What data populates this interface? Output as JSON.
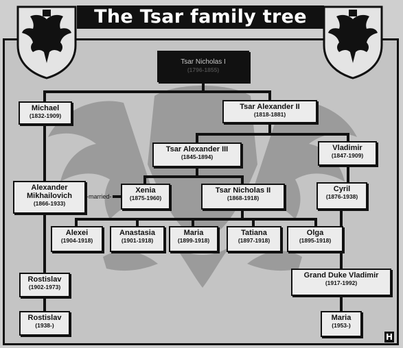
{
  "title": "The Tsar family tree",
  "root": {
    "name": "Tsar Nicholas I",
    "dates": "(1796-1855)"
  },
  "people": {
    "michael": {
      "name": "Michael",
      "dates": "(1832-1909)"
    },
    "alexander2": {
      "name": "Tsar Alexander II",
      "dates": "(1818-1881)"
    },
    "alexander3": {
      "name": "Tsar Alexander III",
      "dates": "(1845-1894)"
    },
    "vladimir": {
      "name": "Vladimir",
      "dates": "(1847-1909)"
    },
    "alexander_m": {
      "name": "Alexander Mikhailovich",
      "dates": "(1866-1933)"
    },
    "xenia": {
      "name": "Xenia",
      "dates": "(1875-1960)"
    },
    "nicholas2": {
      "name": "Tsar Nicholas II",
      "dates": "(1868-1918)"
    },
    "cyril": {
      "name": "Cyril",
      "dates": "(1876-1938)"
    },
    "alexei": {
      "name": "Alexei",
      "dates": "(1904-1918)"
    },
    "anastasia": {
      "name": "Anastasia",
      "dates": "(1901-1918)"
    },
    "maria": {
      "name": "Maria",
      "dates": "(1899-1918)"
    },
    "tatiana": {
      "name": "Tatiana",
      "dates": "(1897-1918)"
    },
    "olga": {
      "name": "Olga",
      "dates": "(1895-1918)"
    },
    "rostislav1": {
      "name": "Rostislav",
      "dates": "(1902-1973)"
    },
    "grand_duke_vladimir": {
      "name": "Grand Duke Vladimir",
      "dates": "(1917-1992)"
    },
    "rostislav2": {
      "name": "Rostislav",
      "dates": "(1938-)"
    },
    "maria2": {
      "name": "Maria",
      "dates": "(1953-)"
    }
  },
  "married_label": "married",
  "colors": {
    "ink": "#111111",
    "paper": "#c4c4c4",
    "box": "#ececec",
    "eagle": "#8e8e8e"
  },
  "icons": {
    "crest": "double-headed-eagle-crest-icon",
    "background": "double-headed-eagle-silhouette",
    "logo": "publisher-logo-icon"
  }
}
